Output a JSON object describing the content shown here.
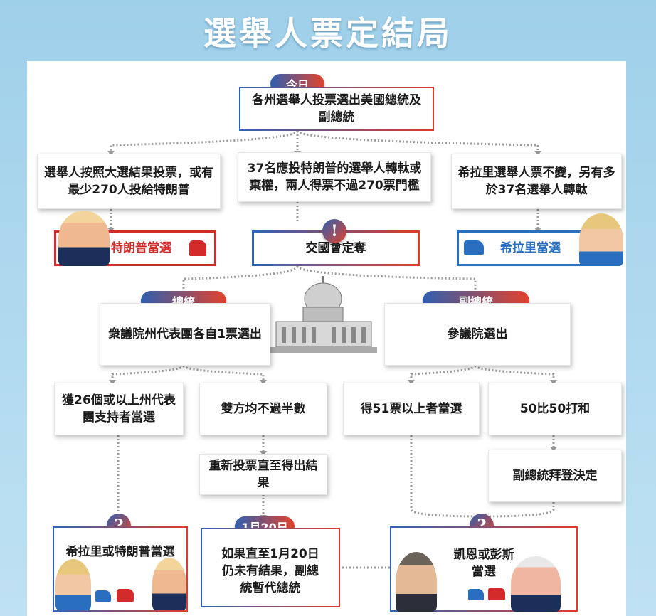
{
  "title": "選舉人票定結局",
  "today_pill": "今日",
  "start_box": "各州選舉人投票選出美國總統及副總統",
  "left_case": "選舉人按照大選結果投票，或有最少270人投給特朗普",
  "mid_case": "37名應投特朗普的選舉人轉軚或棄權，兩人得票不過270票門檻",
  "right_case": "希拉里選舉人票不變，另有多於37名選舉人轉軚",
  "trump_win": "特朗普當選",
  "congress_decide": "交國會定奪",
  "clinton_win": "希拉里當選",
  "president_pill": "總統",
  "vp_pill": "副總統",
  "house_box": "衆議院州代表團各自1票選出",
  "senate_box": "參議院選出",
  "p_win": "獲26個或以上州代表團支持者當選",
  "p_no_majority": "雙方均不過半數",
  "vp_win": "得51票以上者當選",
  "vp_tie": "50比50打和",
  "revote": "重新投票直至得出結果",
  "biden_decide": "副總統拜登決定",
  "jan20_pill": "1月20日",
  "p_result": "希拉里或特朗普當選",
  "acting": "如果直至1月20日仍未有結果，副總統暫代總統",
  "vp_result": "凱恩或彭斯當選",
  "icons": {
    "alert": "!",
    "question": "?"
  },
  "colors": {
    "red": "#d32a2a",
    "blue": "#2a6fbf"
  }
}
